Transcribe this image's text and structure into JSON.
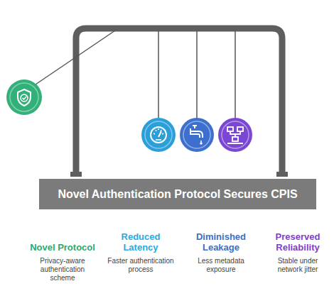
{
  "diagram": {
    "nodes": [
      {
        "text": [
          "Novel Authentication Protocol Secures CPIS"
        ]
      }
    ],
    "labels": [
      "Novel Protocol",
      "Privacy-aware authentication scheme",
      "Reduced Latency",
      "Faster authentication process",
      "Diminished Leakage",
      "Less metadata exposure",
      "Preserved Reliability",
      "Stable under network jitter"
    ]
  }
}
